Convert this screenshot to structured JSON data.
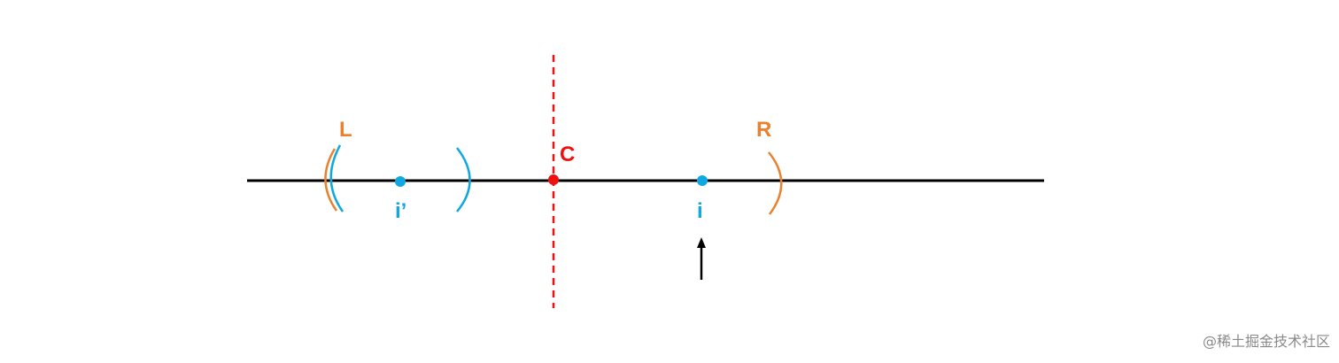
{
  "labels": {
    "left_pointer": "L",
    "right_pointer": "R",
    "center": "C",
    "mirror_index": "i’",
    "current_index": "i"
  },
  "watermark": "@稀土掘金技术社区",
  "colors": {
    "line": "#000000",
    "center": "#ee1111",
    "pointer": "#e8822f",
    "palindrome": "#10a8e0",
    "arrow": "#000000"
  },
  "icons": {
    "arrow": "up-arrow-icon"
  }
}
